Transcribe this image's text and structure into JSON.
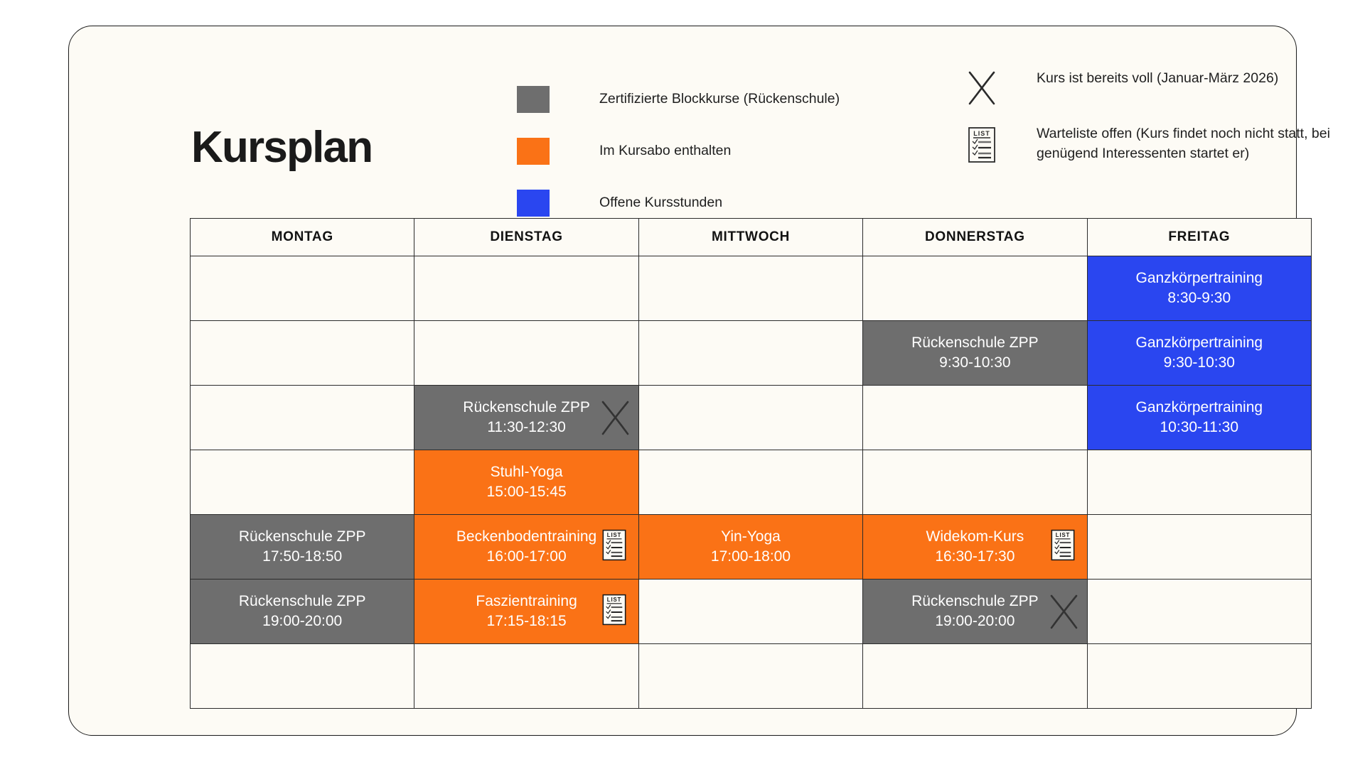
{
  "page": {
    "title": "Kursplan",
    "card_bg": "#FDFBF5",
    "border_color": "#1a1a1a"
  },
  "legend": {
    "color_items": [
      {
        "color": "#6E6E6E",
        "label": "Zertifizierte Blockkurse (Rückenschule)",
        "swatch_name": "gray"
      },
      {
        "color": "#FA7216",
        "label": "Im Kursabo enthalten",
        "swatch_name": "orange"
      },
      {
        "color": "#2A46F0",
        "label": "Offene Kursstunden",
        "swatch_name": "blue"
      }
    ],
    "icon_items": [
      {
        "icon": "x-cross-icon",
        "label": "Kurs ist bereits voll (Januar-März 2026)"
      },
      {
        "icon": "list-checklist-icon",
        "label": "Warteliste offen (Kurs findet noch nicht statt, bei genügend Interessenten startet er)"
      }
    ]
  },
  "schedule": {
    "columns": [
      "MONTAG",
      "DIENSTAG",
      "MITTWOCH",
      "DONNERSTAG",
      "FREITAG"
    ],
    "rows": [
      [
        {
          "state": "empty",
          "name": "",
          "time": "",
          "badge": ""
        },
        {
          "state": "empty",
          "name": "",
          "time": "",
          "badge": ""
        },
        {
          "state": "empty",
          "name": "",
          "time": "",
          "badge": ""
        },
        {
          "state": "empty",
          "name": "",
          "time": "",
          "badge": ""
        },
        {
          "state": "blue",
          "name": "Ganzkörpertraining",
          "time": "8:30-9:30",
          "badge": ""
        }
      ],
      [
        {
          "state": "empty",
          "name": "",
          "time": "",
          "badge": ""
        },
        {
          "state": "empty",
          "name": "",
          "time": "",
          "badge": ""
        },
        {
          "state": "empty",
          "name": "",
          "time": "",
          "badge": ""
        },
        {
          "state": "gray",
          "name": "Rückenschule ZPP",
          "time": "9:30-10:30",
          "badge": ""
        },
        {
          "state": "blue",
          "name": "Ganzkörpertraining",
          "time": "9:30-10:30",
          "badge": ""
        }
      ],
      [
        {
          "state": "empty",
          "name": "",
          "time": "",
          "badge": ""
        },
        {
          "state": "gray",
          "name": "Rückenschule ZPP",
          "time": "11:30-12:30",
          "badge": "x"
        },
        {
          "state": "empty",
          "name": "",
          "time": "",
          "badge": ""
        },
        {
          "state": "empty",
          "name": "",
          "time": "",
          "badge": ""
        },
        {
          "state": "blue",
          "name": "Ganzkörpertraining",
          "time": "10:30-11:30",
          "badge": ""
        }
      ],
      [
        {
          "state": "empty",
          "name": "",
          "time": "",
          "badge": ""
        },
        {
          "state": "orange",
          "name": "Stuhl-Yoga",
          "time": "15:00-15:45",
          "badge": ""
        },
        {
          "state": "empty",
          "name": "",
          "time": "",
          "badge": ""
        },
        {
          "state": "empty",
          "name": "",
          "time": "",
          "badge": ""
        },
        {
          "state": "empty",
          "name": "",
          "time": "",
          "badge": ""
        }
      ],
      [
        {
          "state": "gray",
          "name": "Rückenschule ZPP",
          "time": "17:50-18:50",
          "badge": ""
        },
        {
          "state": "orange",
          "name": "Beckenbodentraining",
          "time": "16:00-17:00",
          "badge": "list"
        },
        {
          "state": "orange",
          "name": "Yin-Yoga",
          "time": "17:00-18:00",
          "badge": ""
        },
        {
          "state": "orange",
          "name": "Widekom-Kurs",
          "time": "16:30-17:30",
          "badge": "list"
        },
        {
          "state": "empty",
          "name": "",
          "time": "",
          "badge": ""
        }
      ],
      [
        {
          "state": "gray",
          "name": "Rückenschule ZPP",
          "time": "19:00-20:00",
          "badge": ""
        },
        {
          "state": "orange",
          "name": "Faszientraining",
          "time": "17:15-18:15",
          "badge": "list"
        },
        {
          "state": "empty",
          "name": "",
          "time": "",
          "badge": ""
        },
        {
          "state": "gray",
          "name": "Rückenschule ZPP",
          "time": "19:00-20:00",
          "badge": "x"
        },
        {
          "state": "empty",
          "name": "",
          "time": "",
          "badge": ""
        }
      ],
      [
        {
          "state": "empty",
          "name": "",
          "time": "",
          "badge": ""
        },
        {
          "state": "empty",
          "name": "",
          "time": "",
          "badge": ""
        },
        {
          "state": "empty",
          "name": "",
          "time": "",
          "badge": ""
        },
        {
          "state": "empty",
          "name": "",
          "time": "",
          "badge": ""
        },
        {
          "state": "empty",
          "name": "",
          "time": "",
          "badge": ""
        }
      ]
    ]
  },
  "icons": {
    "list_caption": "LIST"
  }
}
